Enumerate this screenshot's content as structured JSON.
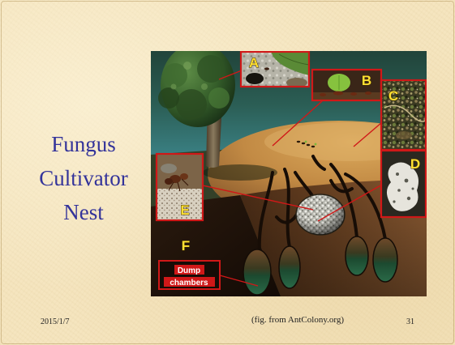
{
  "slide": {
    "title_lines": [
      "Fungus",
      "Cultivator",
      "Nest"
    ],
    "date": "2015/1/7",
    "caption": "(fig. from AntColony.org)",
    "page_number": "31"
  },
  "figure": {
    "labels": [
      "A",
      "B",
      "C",
      "D",
      "E",
      "F"
    ],
    "dump_label_lines": [
      "Dump",
      "chambers"
    ]
  },
  "colors": {
    "background": "#f5e5bf",
    "title": "#33339a",
    "callout_red": "#d01818",
    "label_yellow": "#ffe033"
  }
}
